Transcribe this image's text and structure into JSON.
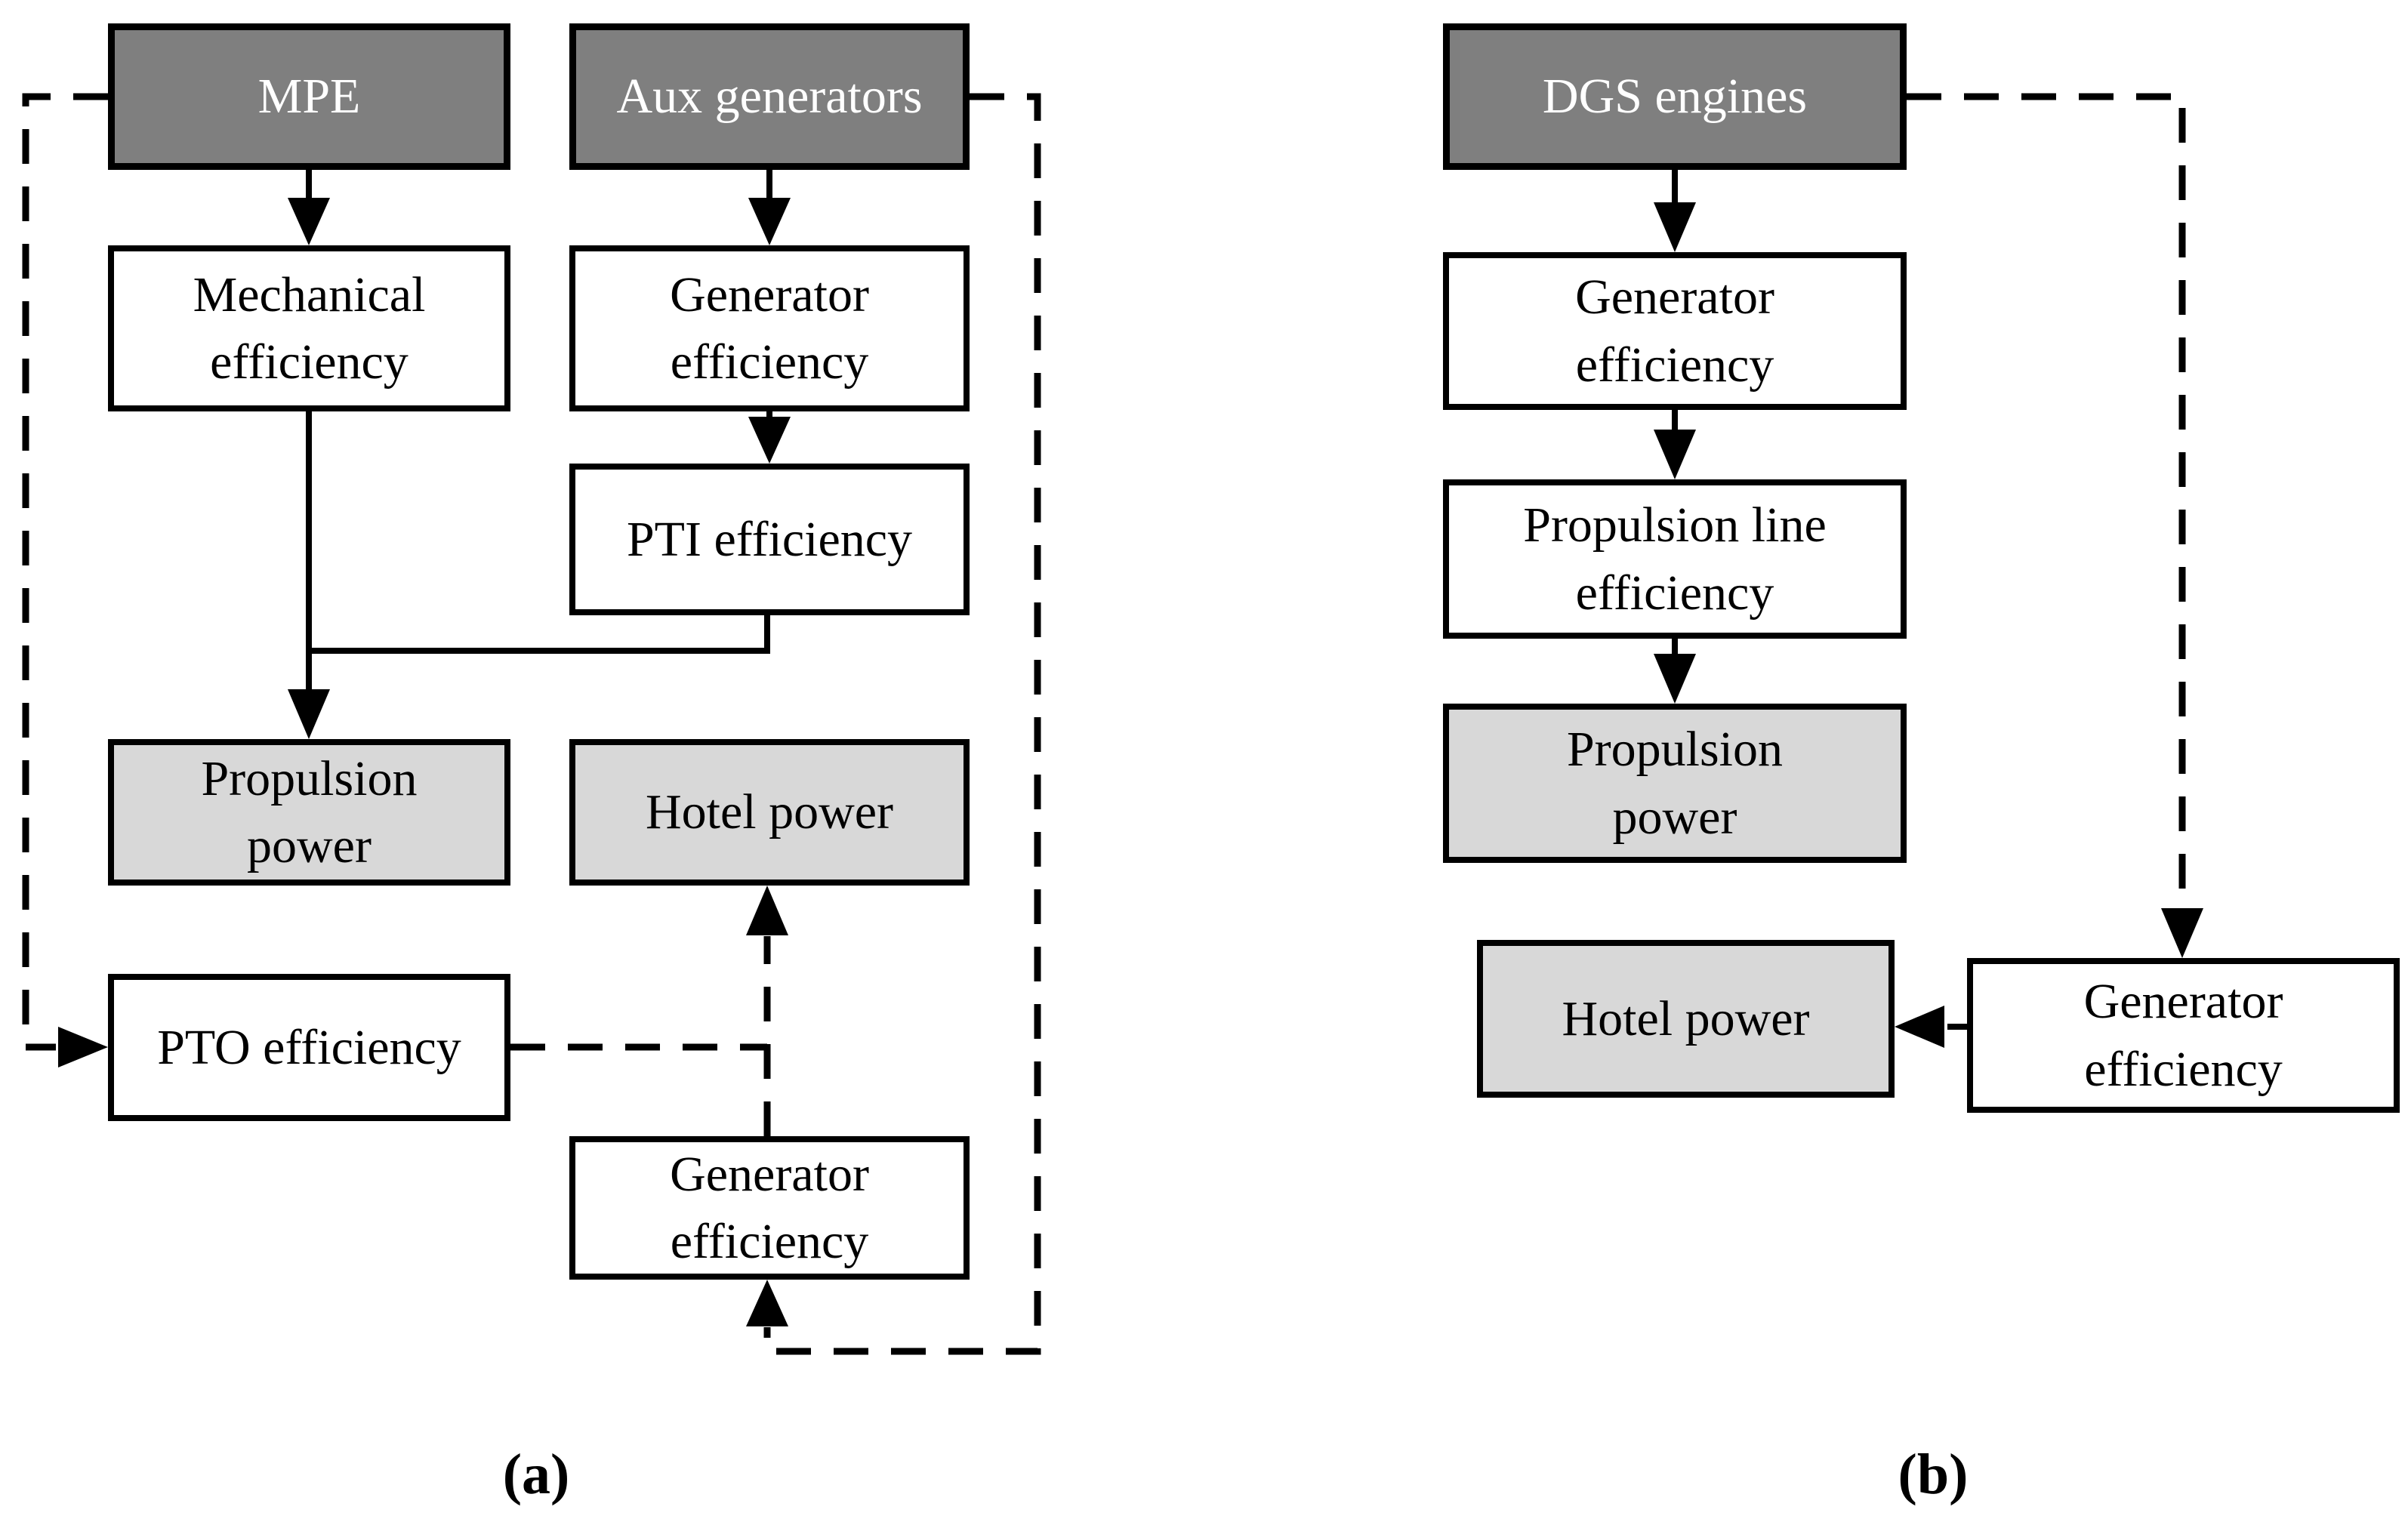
{
  "colors": {
    "dark_box_fill": "#7f7f7f",
    "dark_box_text": "#ffffff",
    "light_box_fill": "#d8d8d8",
    "white_box_fill": "#ffffff",
    "box_border": "#000000",
    "line": "#000000",
    "background": "#ffffff"
  },
  "panel_a": {
    "caption": "(a)",
    "nodes": {
      "mpe": {
        "label": "MPE"
      },
      "aux_generators": {
        "label": "Aux generators"
      },
      "mechanical_efficiency": {
        "label": "Mechanical\nefficiency"
      },
      "generator_efficiency_top": {
        "label": "Generator\nefficiency"
      },
      "pti_efficiency": {
        "label": "PTI efficiency"
      },
      "propulsion_power": {
        "label": "Propulsion\npower"
      },
      "hotel_power": {
        "label": "Hotel power"
      },
      "pto_efficiency": {
        "label": "PTO efficiency"
      },
      "generator_efficiency_bottom": {
        "label": "Generator\nefficiency"
      }
    }
  },
  "panel_b": {
    "caption": "(b)",
    "nodes": {
      "dgs_engines": {
        "label": "DGS engines"
      },
      "generator_efficiency": {
        "label": "Generator\nefficiency"
      },
      "propulsion_line_efficiency": {
        "label": "Propulsion line\nefficiency"
      },
      "propulsion_power": {
        "label": "Propulsion\npower"
      },
      "hotel_power": {
        "label": "Hotel power"
      },
      "generator_efficiency_hotel": {
        "label": "Generator\nefficiency"
      }
    }
  }
}
